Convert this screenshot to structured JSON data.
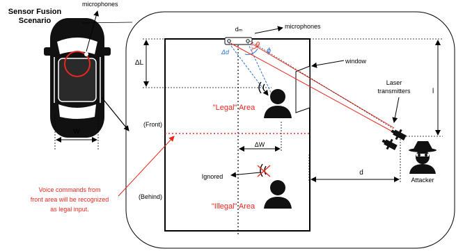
{
  "title_line1": "Sensor Fusion",
  "title_line2": "Scenario",
  "car": {
    "mic_label": "microphones",
    "width_label": "W"
  },
  "room": {
    "mic_label": "microphones",
    "dm_label": "dₘ",
    "delta_l": "ΔL",
    "delta_d": "Δd",
    "theta": "θ",
    "phi": "ϕ",
    "window_label": "window",
    "legal_area": "\"Legal\" Area",
    "illegal_area": "\"Illegal\" Area",
    "front_label": "(Front)",
    "behind_label": "(Behind)",
    "delta_w": "ΔW",
    "ignored_label": "Ignored",
    "distance_d": "d",
    "distance_l": "l"
  },
  "attacker": {
    "laser_line1": "Laser",
    "laser_line2": "transmitters",
    "label": "Attacker"
  },
  "note": {
    "line1": "Voice commands from",
    "line2": "front area will be recognized",
    "line3": "as legal input."
  },
  "colors": {
    "legal": "#e8281e",
    "illegal": "#e8281e",
    "laser": "#e8281e",
    "angle_blue": "#2a6fd6",
    "note": "#e8281e"
  }
}
